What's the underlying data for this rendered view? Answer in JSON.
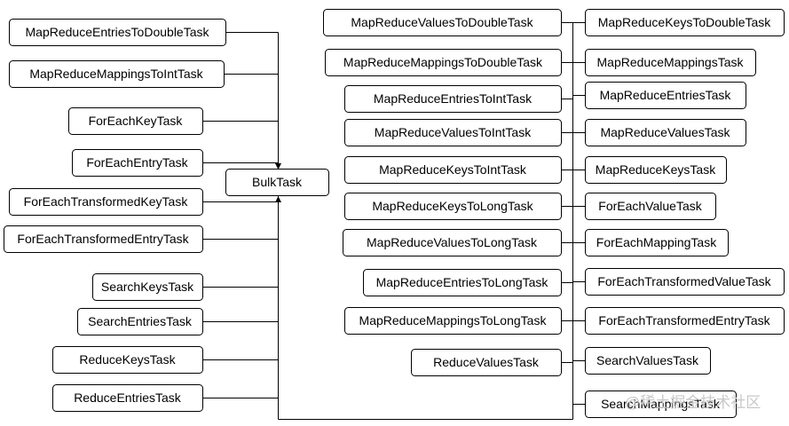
{
  "root": {
    "id": "bulk",
    "label": "BulkTask"
  },
  "left_tasks": [
    {
      "id": "mrEntriesToDouble",
      "label": "MapReduceEntriesToDoubleTask"
    },
    {
      "id": "mrMappingsToInt",
      "label": "MapReduceMappingsToIntTask"
    },
    {
      "id": "forEachKey",
      "label": "ForEachKeyTask"
    },
    {
      "id": "forEachEntry",
      "label": "ForEachEntryTask"
    },
    {
      "id": "forEachTransformedKey",
      "label": "ForEachTransformedKeyTask"
    },
    {
      "id": "forEachTransformedEntryL",
      "label": "ForEachTransformedEntryTask"
    },
    {
      "id": "searchKeys",
      "label": "SearchKeysTask"
    },
    {
      "id": "searchEntries",
      "label": "SearchEntriesTask"
    },
    {
      "id": "reduceKeys",
      "label": "ReduceKeysTask"
    },
    {
      "id": "reduceEntries",
      "label": "ReduceEntriesTask"
    }
  ],
  "middle_tasks": [
    {
      "id": "mrValuesToDouble",
      "label": "MapReduceValuesToDoubleTask"
    },
    {
      "id": "mrMappingsToDouble",
      "label": "MapReduceMappingsToDoubleTask"
    },
    {
      "id": "mrEntriesToInt",
      "label": "MapReduceEntriesToIntTask"
    },
    {
      "id": "mrValuesToInt",
      "label": "MapReduceValuesToIntTask"
    },
    {
      "id": "mrKeysToInt",
      "label": "MapReduceKeysToIntTask"
    },
    {
      "id": "mrKeysToLong",
      "label": "MapReduceKeysToLongTask"
    },
    {
      "id": "mrValuesToLong",
      "label": "MapReduceValuesToLongTask"
    },
    {
      "id": "mrEntriesToLong",
      "label": "MapReduceEntriesToLongTask"
    },
    {
      "id": "mrMappingsToLong",
      "label": "MapReduceMappingsToLongTask"
    },
    {
      "id": "reduceValues",
      "label": "ReduceValuesTask"
    }
  ],
  "right_tasks": [
    {
      "id": "mrKeysToDouble",
      "label": "MapReduceKeysToDoubleTask"
    },
    {
      "id": "mrMappings",
      "label": "MapReduceMappingsTask"
    },
    {
      "id": "mrEntries",
      "label": "MapReduceEntriesTask"
    },
    {
      "id": "mrValues",
      "label": "MapReduceValuesTask"
    },
    {
      "id": "mrKeys",
      "label": "MapReduceKeysTask"
    },
    {
      "id": "forEachValue",
      "label": "ForEachValueTask"
    },
    {
      "id": "forEachMapping",
      "label": "ForEachMappingTask"
    },
    {
      "id": "forEachTransformedValue",
      "label": "ForEachTransformedValueTask"
    },
    {
      "id": "forEachTransformedEntryR",
      "label": "ForEachTransformedEntryTask"
    },
    {
      "id": "searchValues",
      "label": "SearchValuesTask"
    },
    {
      "id": "searchMappings",
      "label": "SearchMappingsTask"
    }
  ],
  "watermark": "@稀土掘金技术社区"
}
